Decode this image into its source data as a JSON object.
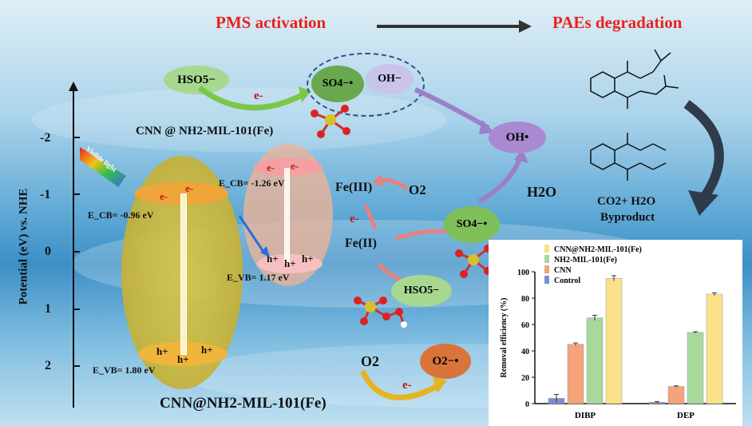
{
  "header": {
    "left_title": "PMS activation",
    "right_title": "PAEs degradation"
  },
  "axis": {
    "ylabel": "Potential (eV) vs. NHE",
    "ticks": [
      "-2",
      "-1",
      "0",
      "1",
      "2"
    ]
  },
  "catalyst": {
    "cnn_ecb": "E_CB= -0.96 eV",
    "cnn_evb": "E_VB= 1.80 eV",
    "mil_ecb": "E_CB= -1.26 eV",
    "mil_evb": "E_VB= 1.17 eV",
    "top_label": "CNN @ NH2-MIL-101(Fe)",
    "bottom_label": "CNN@NH2-MIL-101(Fe)",
    "light_label": "Visible light",
    "e_sym": "e-",
    "h_sym": "h+"
  },
  "species": {
    "hso5_top": "HSO5−",
    "e_top": "e-",
    "so4_top": "SO4−•",
    "oh_minus": "OH−",
    "oh_rad": "OH•",
    "h2o": "H2O",
    "fe3": "Fe(III)",
    "fe2": "Fe(II)",
    "o2_mid": "O2",
    "e_mid": "e-",
    "so4_mid": "SO4−•",
    "hso5_mid": "HSO5−",
    "o2_bottom": "O2",
    "e_bottom": "e-",
    "o2_rad": "O2−•"
  },
  "products": {
    "line1": "CO2+ H2O",
    "line2": "Byproduct"
  },
  "chart_data": {
    "type": "bar",
    "ylabel": "Removal efficiency (%)",
    "ylim": [
      0,
      100
    ],
    "yticks": [
      0,
      20,
      40,
      60,
      80,
      100
    ],
    "categories": [
      "DIBP",
      "DEP"
    ],
    "series": [
      {
        "name": "Control",
        "values": [
          4,
          1
        ],
        "errors": [
          3,
          0.5
        ],
        "color": "#7b8fd6"
      },
      {
        "name": "CNN",
        "values": [
          45,
          13
        ],
        "errors": [
          1,
          0.5
        ],
        "color": "#f4a37a"
      },
      {
        "name": "NH2-MIL-101(Fe)",
        "values": [
          65,
          54
        ],
        "errors": [
          2,
          0.5
        ],
        "color": "#a8d99a"
      },
      {
        "name": "CNN@NH2-MIL-101(Fe)",
        "values": [
          95,
          83
        ],
        "errors": [
          2,
          1
        ],
        "color": "#fbe28a"
      }
    ],
    "legend_order": [
      "CNN@NH2-MIL-101(Fe)",
      "NH2-MIL-101(Fe)",
      "CNN",
      "Control"
    ],
    "legend_position": "top-left"
  }
}
